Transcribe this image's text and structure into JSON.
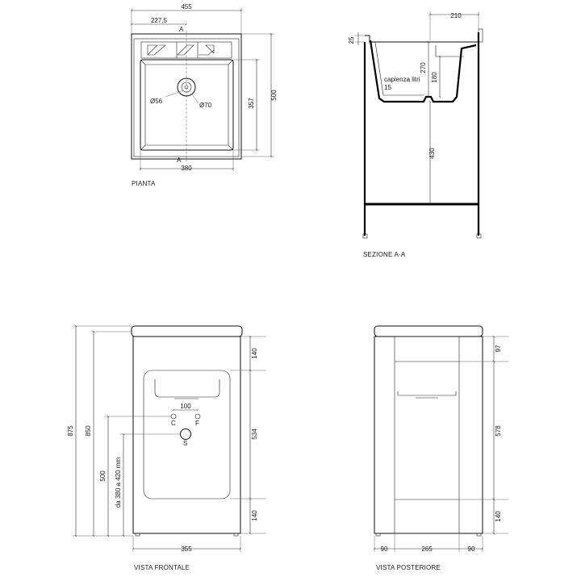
{
  "views": {
    "plan": {
      "caption": "PIANTA",
      "dims": {
        "overall_width": "455",
        "half_width": "227,5",
        "inner_width": "380",
        "depth": "500",
        "inner_depth": "357",
        "drain_inner": "Ø56",
        "drain_outer": "Ø70"
      },
      "section_mark_top": "A",
      "section_mark_bottom": "A"
    },
    "section": {
      "caption": "SEZIONE A-A",
      "dims": {
        "depth_top": "210",
        "rim": "25",
        "basin_depth": "270",
        "drain_height": "180",
        "leg_height": "430"
      },
      "capacity_label": "capienza litri",
      "capacity_value": "15"
    },
    "front": {
      "caption": "VISTA FRONTALE",
      "dims": {
        "total_height": "875",
        "body_height": "850",
        "drain_height": "500",
        "supply_range": "da 380 a 420 mm",
        "top_band": "140",
        "door_height": "534",
        "bottom_band": "140",
        "tap_spacing": "100",
        "width": "355"
      },
      "labels": {
        "cold": "C",
        "hot": "F",
        "drain": "S"
      }
    },
    "rear": {
      "caption": "VISTA POSTERIORE",
      "dims": {
        "top_band": "97",
        "panel_height": "578",
        "bottom_band": "140",
        "left_width": "90",
        "center_width": "265",
        "right_width": "90"
      }
    }
  }
}
